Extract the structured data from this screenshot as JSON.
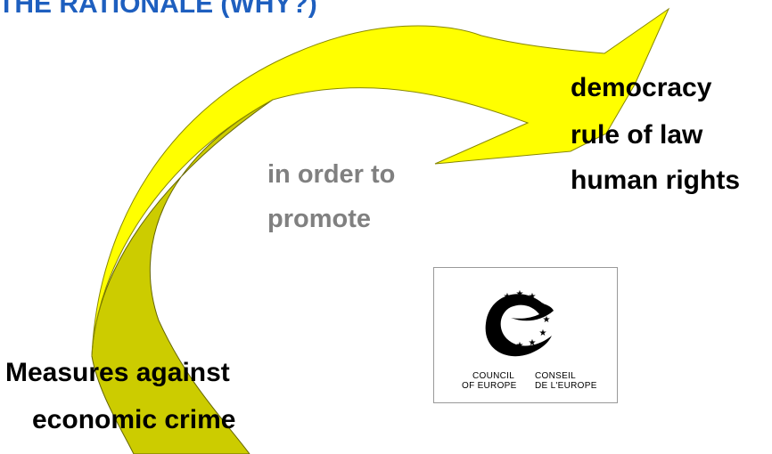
{
  "title": "THE RATIONALE (WHY?)",
  "goals": [
    "democracy",
    "rule of law",
    "human rights"
  ],
  "connector": [
    "in order to",
    "promote"
  ],
  "measures": [
    "Measures against",
    "economic crime"
  ],
  "logo": {
    "left_lines": [
      "COUNCIL",
      "OF EUROPE"
    ],
    "right_lines": [
      "CONSEIL",
      "DE L'EUROPE"
    ]
  },
  "colors": {
    "title": "#1e5fbf",
    "arrow_front": "#ffff00",
    "arrow_back": "#cccc00",
    "connector_text": "#808080"
  }
}
